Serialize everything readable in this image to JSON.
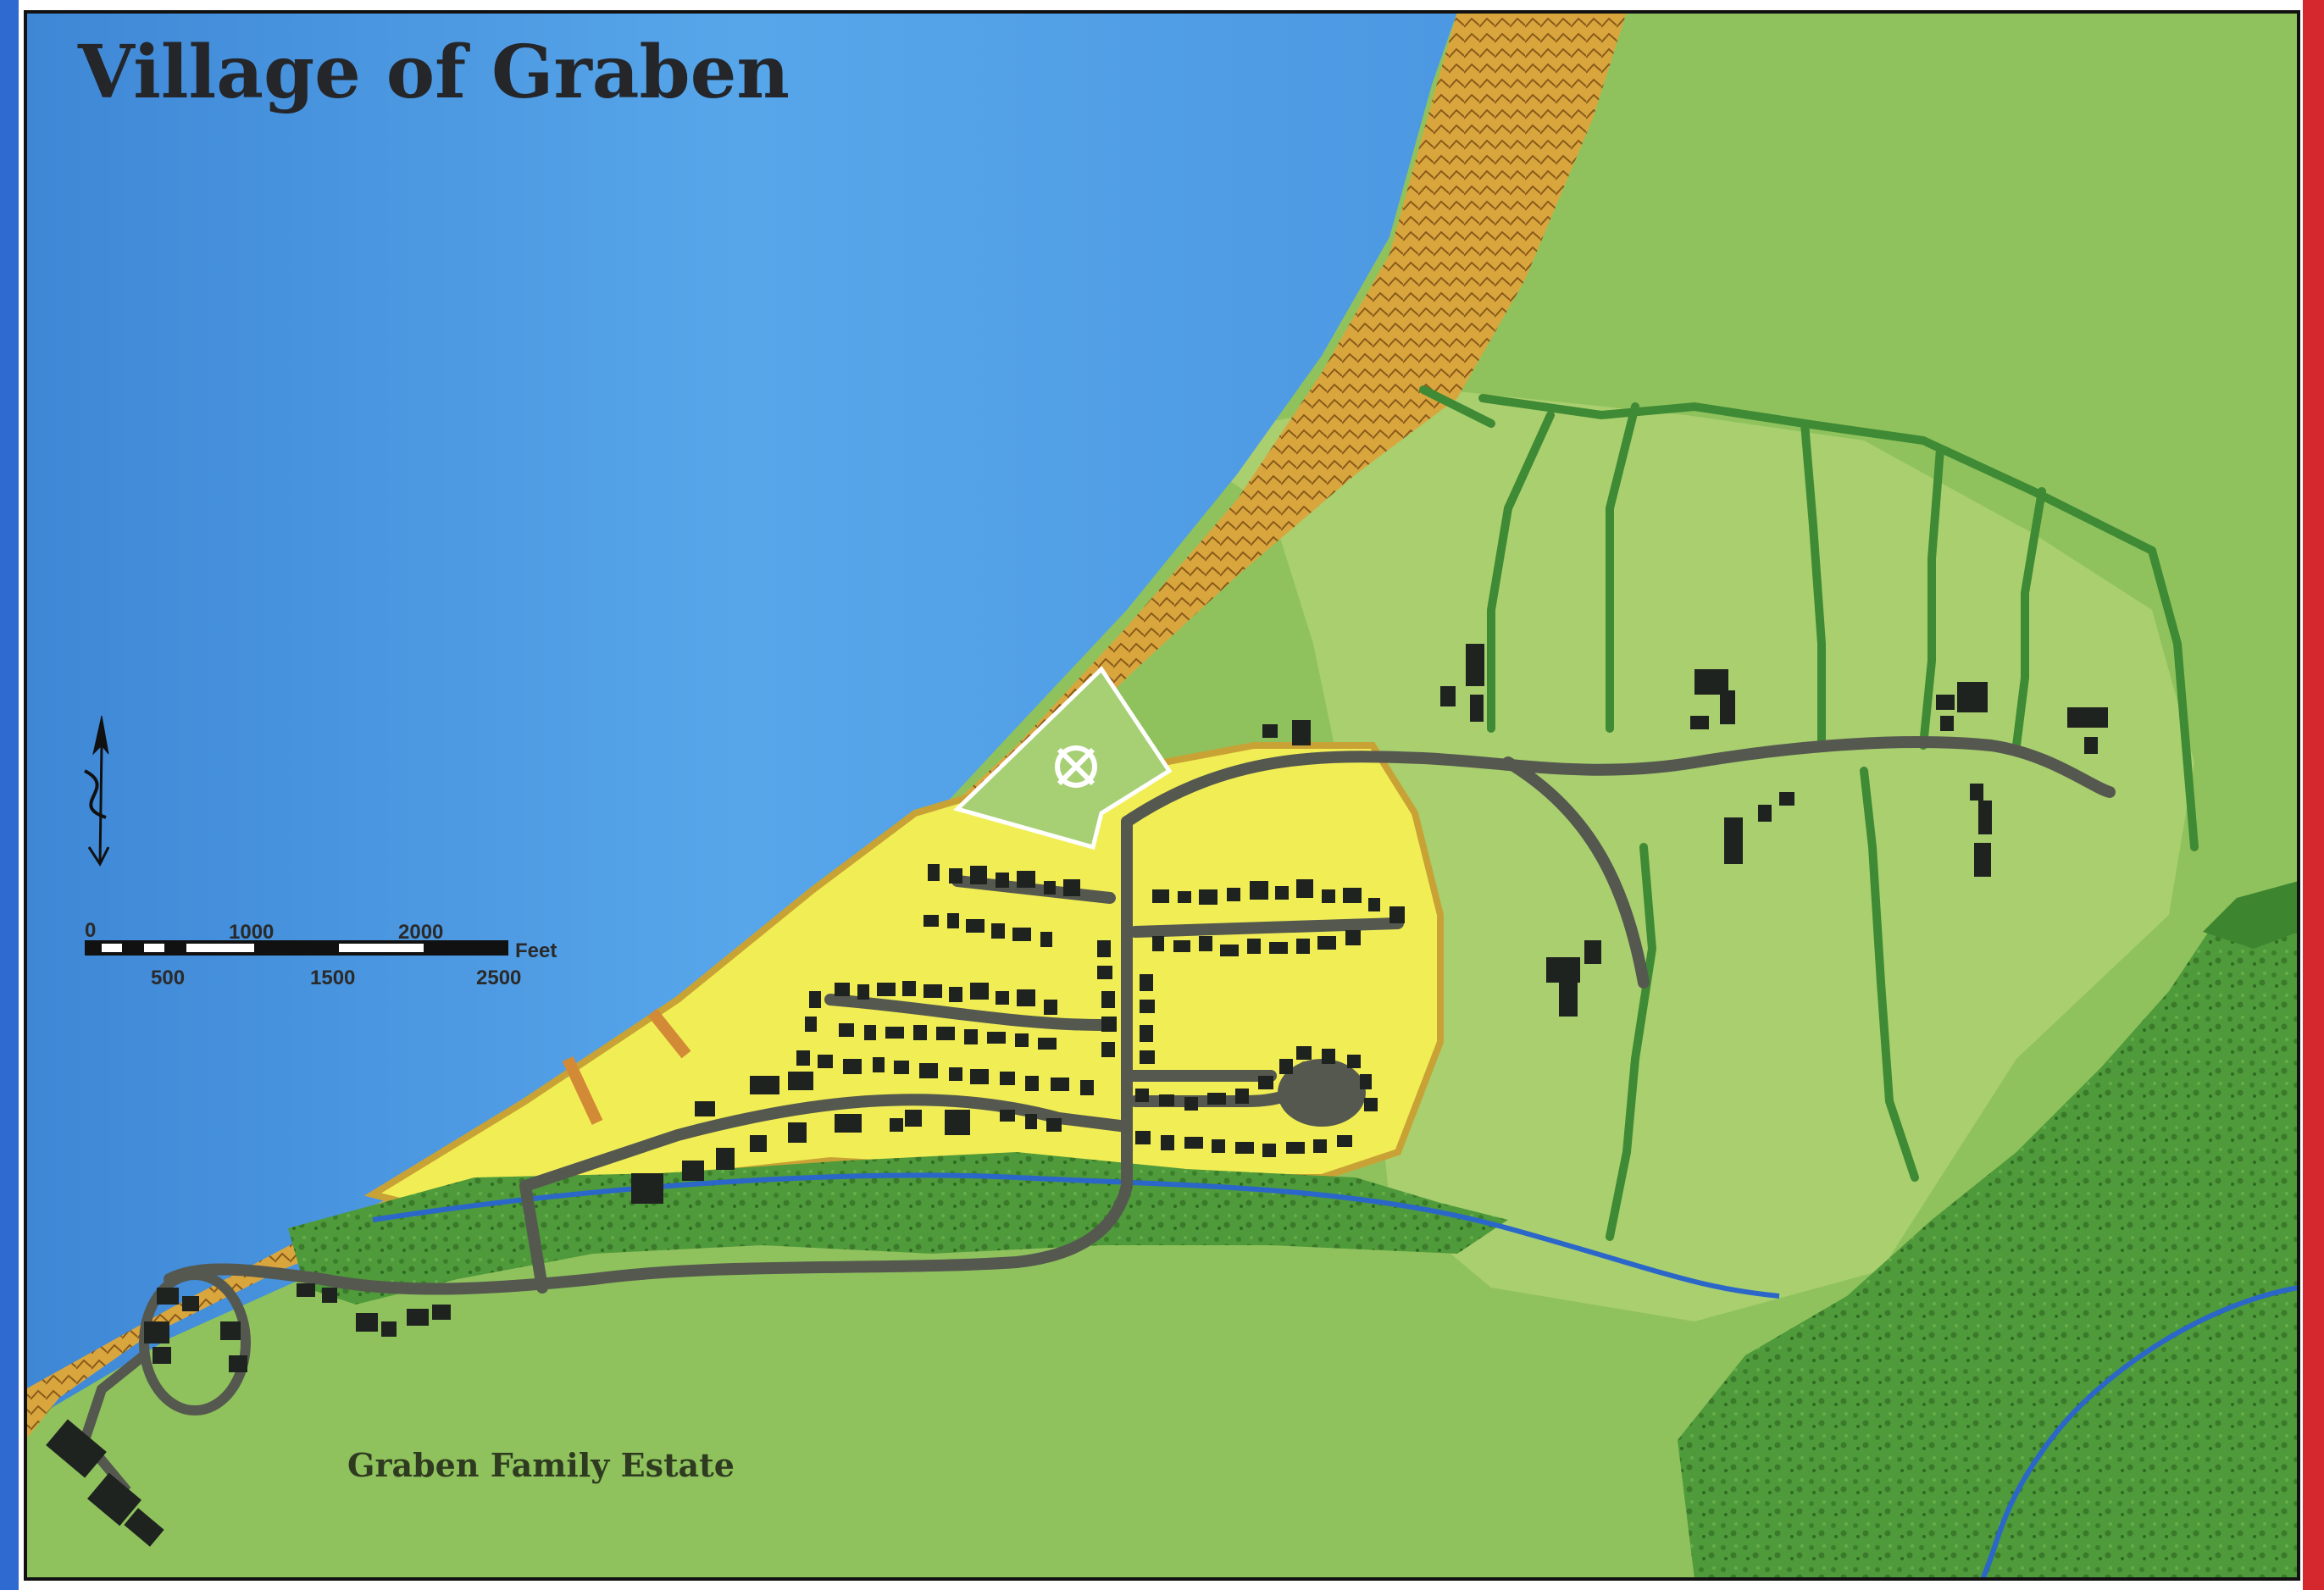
{
  "map": {
    "title": "Village of Graben",
    "estate_label": "Graben Family Estate",
    "scale": {
      "unit_label": "Feet",
      "top_ticks": [
        "0",
        "1000",
        "2000"
      ],
      "bottom_ticks": [
        "500",
        "1500",
        "2500"
      ]
    },
    "features": {
      "water": "lake",
      "cliffs": "shoreline cliffs",
      "village": "yellow residential core with street grid",
      "fields": "farm fields with hedgerows",
      "forest": "dense woodland",
      "river": "stream along village south edge",
      "piers": 2,
      "shrine": "walled enclosure with cross-circle symbol"
    },
    "colors": {
      "water": "#4f9fe6",
      "water_dark": "#3f86d8",
      "cliff": "#d7a43c",
      "village": "#f1ee55",
      "field_light": "#a9cf6f",
      "field_mid": "#8fc25d",
      "forest": "#4f9a3a",
      "hedge": "#3f8a34",
      "road": "#55584f",
      "building": "#1f2320",
      "border_red": "#d5272e"
    }
  }
}
